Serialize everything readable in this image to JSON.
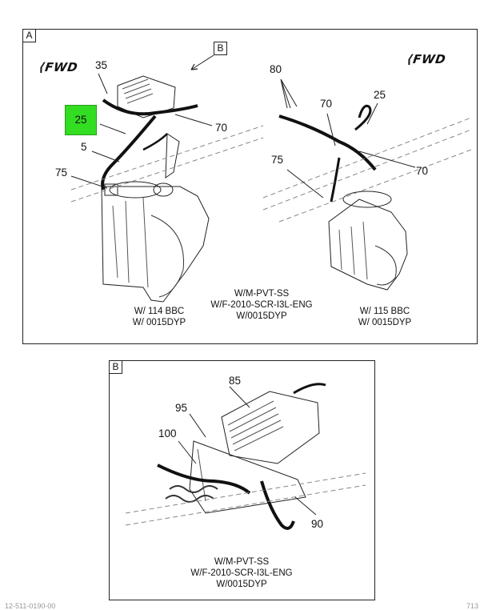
{
  "panel_a": {
    "tag": "A",
    "view_ref": "B",
    "fwd_left": "FWD",
    "fwd_right": "FWD",
    "callouts": {
      "n35": "35",
      "n25_green": "25",
      "n70_left": "70",
      "n5": "5",
      "n75_left": "75",
      "n80": "80",
      "n70_right_top": "70",
      "n25_right": "25",
      "n75_right": "75",
      "n70_right_bottom": "70"
    },
    "caption_left": [
      "W/ 114 BBC",
      "W/ 0015DYP"
    ],
    "caption_center": [
      "W/M-PVT-SS",
      "W/F-2010-SCR-I3L-ENG",
      "W/0015DYP"
    ],
    "caption_right": [
      "W/ 115 BBC",
      "W/ 0015DYP"
    ]
  },
  "panel_b": {
    "tag": "B",
    "callouts": {
      "n85": "85",
      "n95": "95",
      "n100": "100",
      "n90": "90"
    },
    "caption": [
      "W/M-PVT-SS",
      "W/F-2010-SCR-I3L-ENG",
      "W/0015DYP"
    ]
  },
  "footer": {
    "left": "12-511-0190-00",
    "right": "713"
  },
  "colors": {
    "highlight": "#33dd22",
    "line": "#222222"
  }
}
